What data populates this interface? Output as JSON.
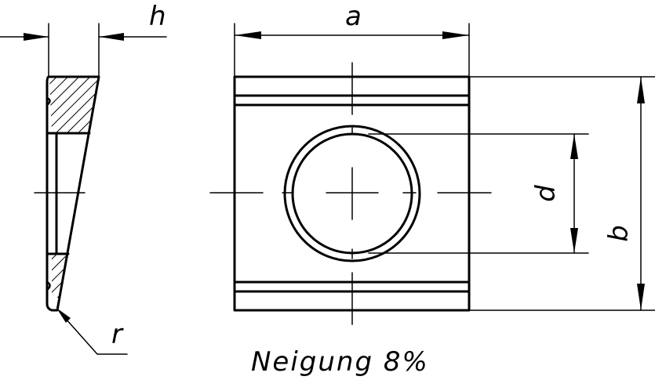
{
  "labels": {
    "h": "h",
    "a": "a",
    "d": "d",
    "b": "b",
    "r": "r",
    "caption": "Neigung 8%"
  },
  "colors": {
    "line": "#000000",
    "background": "#ffffff"
  }
}
